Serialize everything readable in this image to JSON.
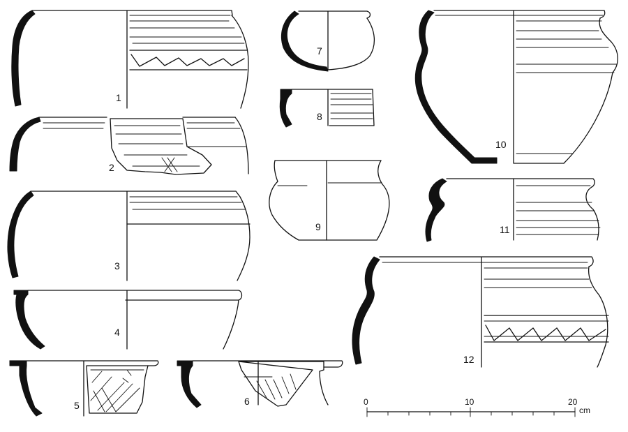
{
  "vessels": [
    {
      "number": "1"
    },
    {
      "number": "2"
    },
    {
      "number": "3"
    },
    {
      "number": "4"
    },
    {
      "number": "5"
    },
    {
      "number": "6"
    },
    {
      "number": "7"
    },
    {
      "number": "8"
    },
    {
      "number": "9"
    },
    {
      "number": "10"
    },
    {
      "number": "11"
    },
    {
      "number": "12"
    }
  ],
  "scale_bar": {
    "ticks": [
      "0",
      "10",
      "20"
    ],
    "unit": "cm"
  },
  "colors": {
    "ink": "#111111",
    "paper": "#ffffff"
  }
}
